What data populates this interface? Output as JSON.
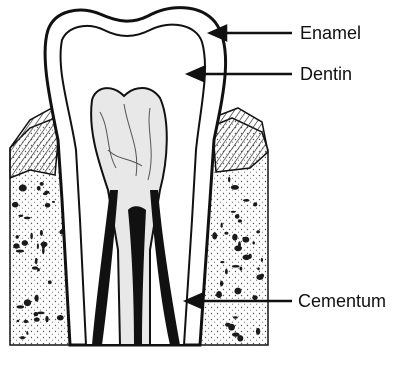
{
  "labels": {
    "enamel": "Enamel",
    "dentin": "Dentin",
    "cementum": "Cementum"
  },
  "colors": {
    "line": "#111111",
    "background": "#ffffff",
    "bone_speckle": "#1a1a1a"
  }
}
